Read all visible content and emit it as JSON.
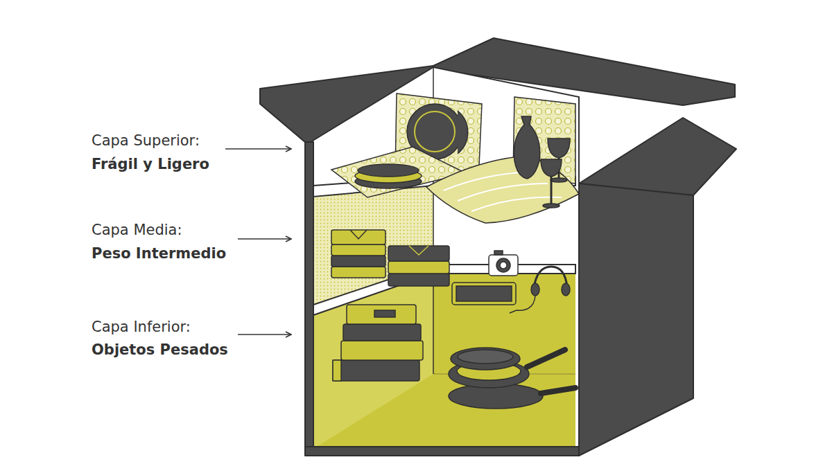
{
  "diagram": {
    "labels": [
      "Capa Superior:",
      "Frágil y Ligero",
      "Capa Media:",
      "Peso Intermedio",
      "Capa Inferior:",
      "Objetos Pesados"
    ]
  }
}
